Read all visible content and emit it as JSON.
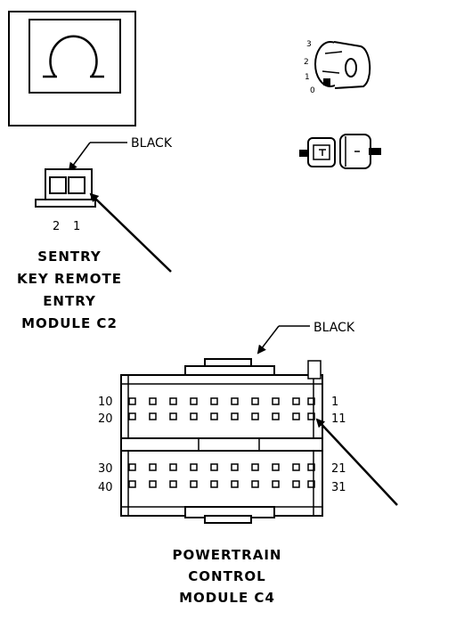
{
  "omega_icon": "omega-symbol-icon",
  "ignition": {
    "positions": [
      "3",
      "2",
      "1",
      "0"
    ],
    "key_icon": "ignition-key-icon",
    "lock_icon": "lock-cylinder-icon"
  },
  "c2": {
    "color_label": "BLACK",
    "pins": [
      "2",
      "1"
    ],
    "title_lines": [
      "SENTRY",
      "KEY REMOTE",
      "ENTRY",
      "MODULE C2"
    ]
  },
  "c4": {
    "color_label": "BLACK",
    "row_labels": {
      "row1_left": "10",
      "row1_right": "1",
      "row2_left": "20",
      "row2_right": "11",
      "row3_left": "30",
      "row3_right": "21",
      "row4_left": "40",
      "row4_right": "31"
    },
    "title_lines": [
      "POWERTRAIN",
      "CONTROL",
      "MODULE C4"
    ]
  }
}
